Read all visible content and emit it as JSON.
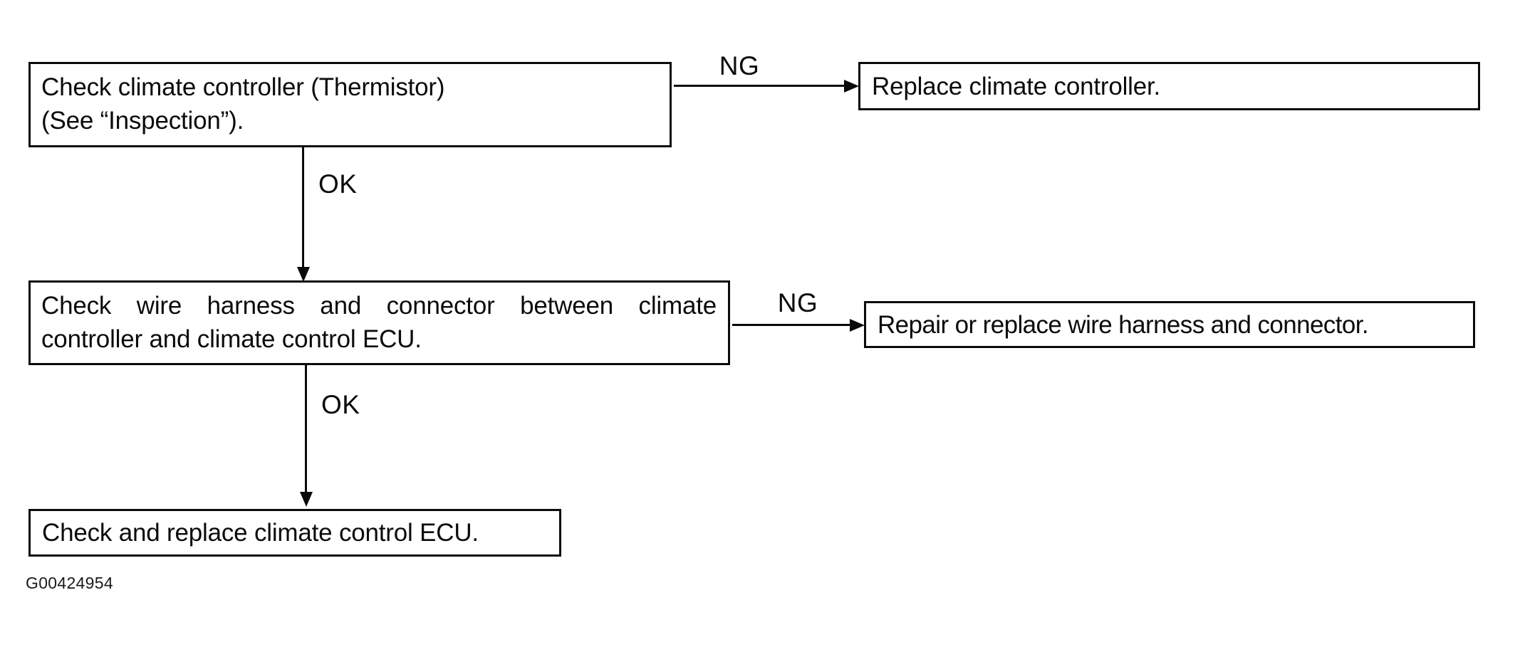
{
  "flowchart": {
    "nodes": [
      {
        "id": "check-climate-controller",
        "line1": "Check climate controller (Thermistor)",
        "line2": "(See “Inspection”)."
      },
      {
        "id": "replace-climate-controller",
        "text": "Replace climate controller."
      },
      {
        "id": "check-wire-harness",
        "line1": "Check wire harness and connector between climate",
        "line2": "controller and climate control ECU."
      },
      {
        "id": "repair-or-replace-wire-harness",
        "text": "Repair or replace wire harness and connector."
      },
      {
        "id": "check-and-replace-ecu",
        "text": "Check and replace climate control ECU."
      }
    ],
    "branch_labels": {
      "ng1": "NG",
      "ok1": "OK",
      "ng2": "NG",
      "ok2": "OK"
    },
    "figure_id": "G00424954",
    "colors": {
      "ink": "#0b0b0b",
      "paper": "#ffffff"
    }
  }
}
